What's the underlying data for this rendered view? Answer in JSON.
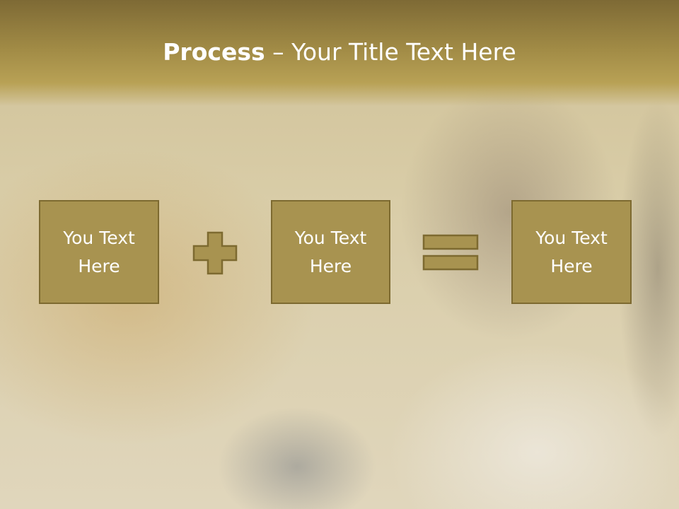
{
  "colors": {
    "header_dark": "#7e6a35",
    "box_fill": "#a89350",
    "box_border": "#7d6a30",
    "text": "#ffffff"
  },
  "title": {
    "bold": "Process",
    "rest": " – Your Title Text Here"
  },
  "boxes": [
    {
      "line1": "You Text",
      "line2": "Here"
    },
    {
      "line1": "You Text",
      "line2": "Here"
    },
    {
      "line1": "You Text",
      "line2": "Here"
    }
  ],
  "operators": [
    "plus-icon",
    "equals-icon"
  ]
}
